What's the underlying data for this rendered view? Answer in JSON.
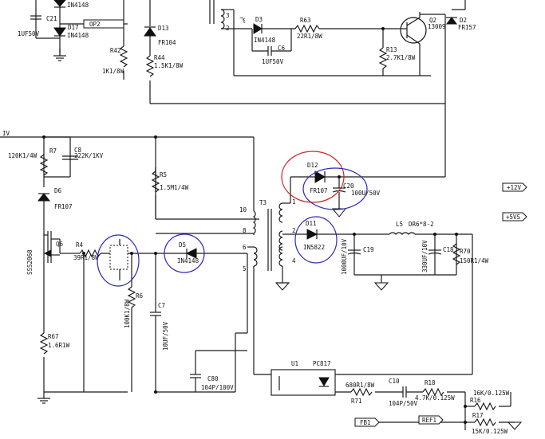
{
  "colors": {
    "ink": "#1a1a1a",
    "highlight_red": "#d21f1f",
    "highlight_blue": "#2a2ab8"
  },
  "labels": {
    "c21": "C21",
    "c21_val": "1UF50V",
    "d_top1_val": "IN4148",
    "d17": "D17",
    "d17_val": "IN4148",
    "op2": "OP2",
    "r42": "R42",
    "r42_val": "1K1/8W",
    "d13": "D13",
    "d13_val": "FR104",
    "r44": "R44",
    "r44_val": "1.5K1/8W",
    "d3": "D3",
    "d3_val": "IN4148",
    "c6": "C6",
    "c6_val": "1UF50V",
    "r63": "R63",
    "r63_val": "22R1/8W",
    "r13": "R13",
    "r13_val": "2.7K1/8W",
    "q2": "Q2",
    "q2_val": "13009",
    "d2": "D2",
    "d2_val": "FR157",
    "fei": "飞",
    "pin3": "3",
    "pin2_top": "2",
    "v_in": "IV",
    "r7": "R7",
    "r7_val": "120K1/4W",
    "c8": "C8",
    "c8_val": "222K/1KV",
    "d6": "D6",
    "d6_val": "FR107",
    "r5": "R5",
    "r5_val": "1.5M1/4W",
    "t3": "T3",
    "pin10": "10",
    "pin8": "8",
    "pin6": "6",
    "pin5": "5",
    "pin1": "1",
    "pin2": "2",
    "pin4": "4",
    "d12": "D12",
    "d12_val": "FR107",
    "c20": "C20",
    "c20_val": "100U/50V",
    "out_12v": "+12V",
    "out_5vs": "+5VS",
    "d11": "D11",
    "d11_val": "IN5822",
    "l5": "L5",
    "l5_val": "DR6*8-2",
    "c19": "C19",
    "c19_val": "1000UF/10V",
    "c18": "C18",
    "c18_val": "330UF/10V",
    "r70": "R70",
    "r70_val": "150R1/4W",
    "q6": "Q6",
    "q6_val": "SSS2060",
    "r4": "R4",
    "r4_val": "39R1/8W",
    "d5": "D5",
    "d5_val": "IN4148",
    "r6": "R6",
    "r6_val": "100K1/8W",
    "c7": "C7",
    "c7_val": "10UF/50V",
    "r67": "R67",
    "r67_val": "1.6R1W",
    "c80": "C80",
    "c80_val": "104P/100V",
    "u1": "U1",
    "pc817": "PC817",
    "r71": "R71",
    "r71_val": "680R1/8W",
    "c10": "C10",
    "c10_val": "104P/50V",
    "r18": "R18",
    "r18_val": "4.7K/0.125W",
    "r16": "R16",
    "r16_val": "16K/0.125W",
    "r17": "R17",
    "r17_val": "15K/0.125W",
    "fb1": "FB1",
    "ref1": "REF1"
  }
}
